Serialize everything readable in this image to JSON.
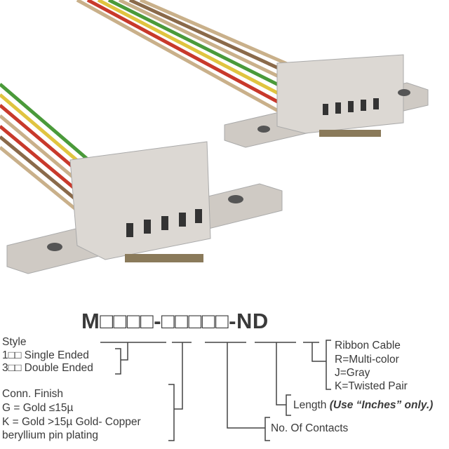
{
  "part_number": "M□□□□-□□□□□-ND",
  "style": {
    "label": "Style",
    "options": [
      "1□□ Single Ended",
      "3□□ Double Ended"
    ]
  },
  "finish": {
    "label": "Conn. Finish",
    "options": [
      "G = Gold ≤15µ",
      "K = Gold >15µ Gold- Copper",
      "beryllium pin plating"
    ]
  },
  "contacts": {
    "label": "No. Of Contacts"
  },
  "length": {
    "label": "Length",
    "note": "(Use “Inches” only.)"
  },
  "cable": {
    "label": "Ribbon Cable",
    "options": [
      "R=Multi-color",
      "J=Gray",
      "K=Twisted Pair"
    ]
  },
  "colors": {
    "body": "#d8d4cf",
    "text": "#3a3a3a",
    "wire_red": "#c8392b",
    "wire_green": "#4a9a3a",
    "wire_yellow": "#e0c440",
    "wire_tan": "#c9b08a"
  }
}
